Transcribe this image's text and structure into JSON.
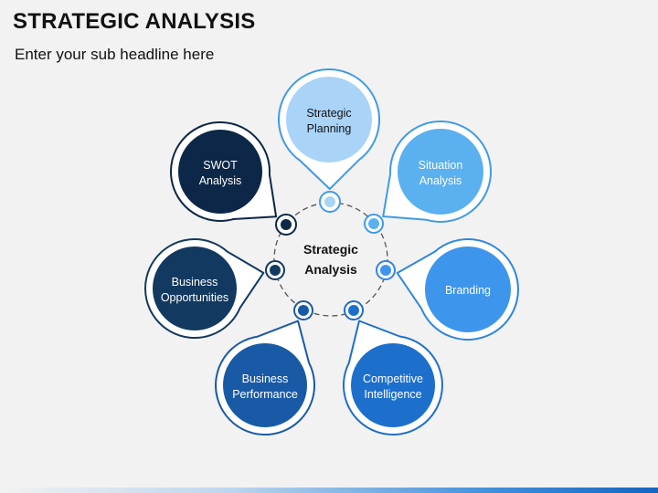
{
  "slide": {
    "title": "STRATEGIC ANALYSIS",
    "subtitle": "Enter your sub headline here"
  },
  "center": {
    "line1": "Strategic",
    "line2": "Analysis"
  },
  "nodes": [
    {
      "id": "strategic-planning",
      "line1": "Strategic",
      "line2": "Planning",
      "fill": "#a9d3f7",
      "ring": "#3f9ae8",
      "text_color": "#111111"
    },
    {
      "id": "situation-analysis",
      "line1": "Situation",
      "line2": "Analysis",
      "fill": "#5bb0ef",
      "ring": "#3f9ae8",
      "text_color": "#ffffff"
    },
    {
      "id": "branding",
      "line1": "Branding",
      "line2": "",
      "fill": "#3e95ec",
      "ring": "#2f86e0",
      "text_color": "#ffffff"
    },
    {
      "id": "competitive-intelligence",
      "line1": "Competitive",
      "line2": "Intelligence",
      "fill": "#1d6fcc",
      "ring": "#1d6fcc",
      "text_color": "#ffffff"
    },
    {
      "id": "business-performance",
      "line1": "Business",
      "line2": "Performance",
      "fill": "#195aa6",
      "ring": "#195aa6",
      "text_color": "#ffffff"
    },
    {
      "id": "business-opportunities",
      "line1": "Business",
      "line2": "Opportunities",
      "fill": "#12395f",
      "ring": "#12395f",
      "text_color": "#ffffff"
    },
    {
      "id": "swot-analysis",
      "line1": "SWOT",
      "line2": "Analysis",
      "fill": "#0c2747",
      "ring": "#0c2747",
      "text_color": "#ffffff"
    }
  ],
  "colors": {
    "background": "#f2f2f2",
    "dashed_ring": "#555555"
  }
}
